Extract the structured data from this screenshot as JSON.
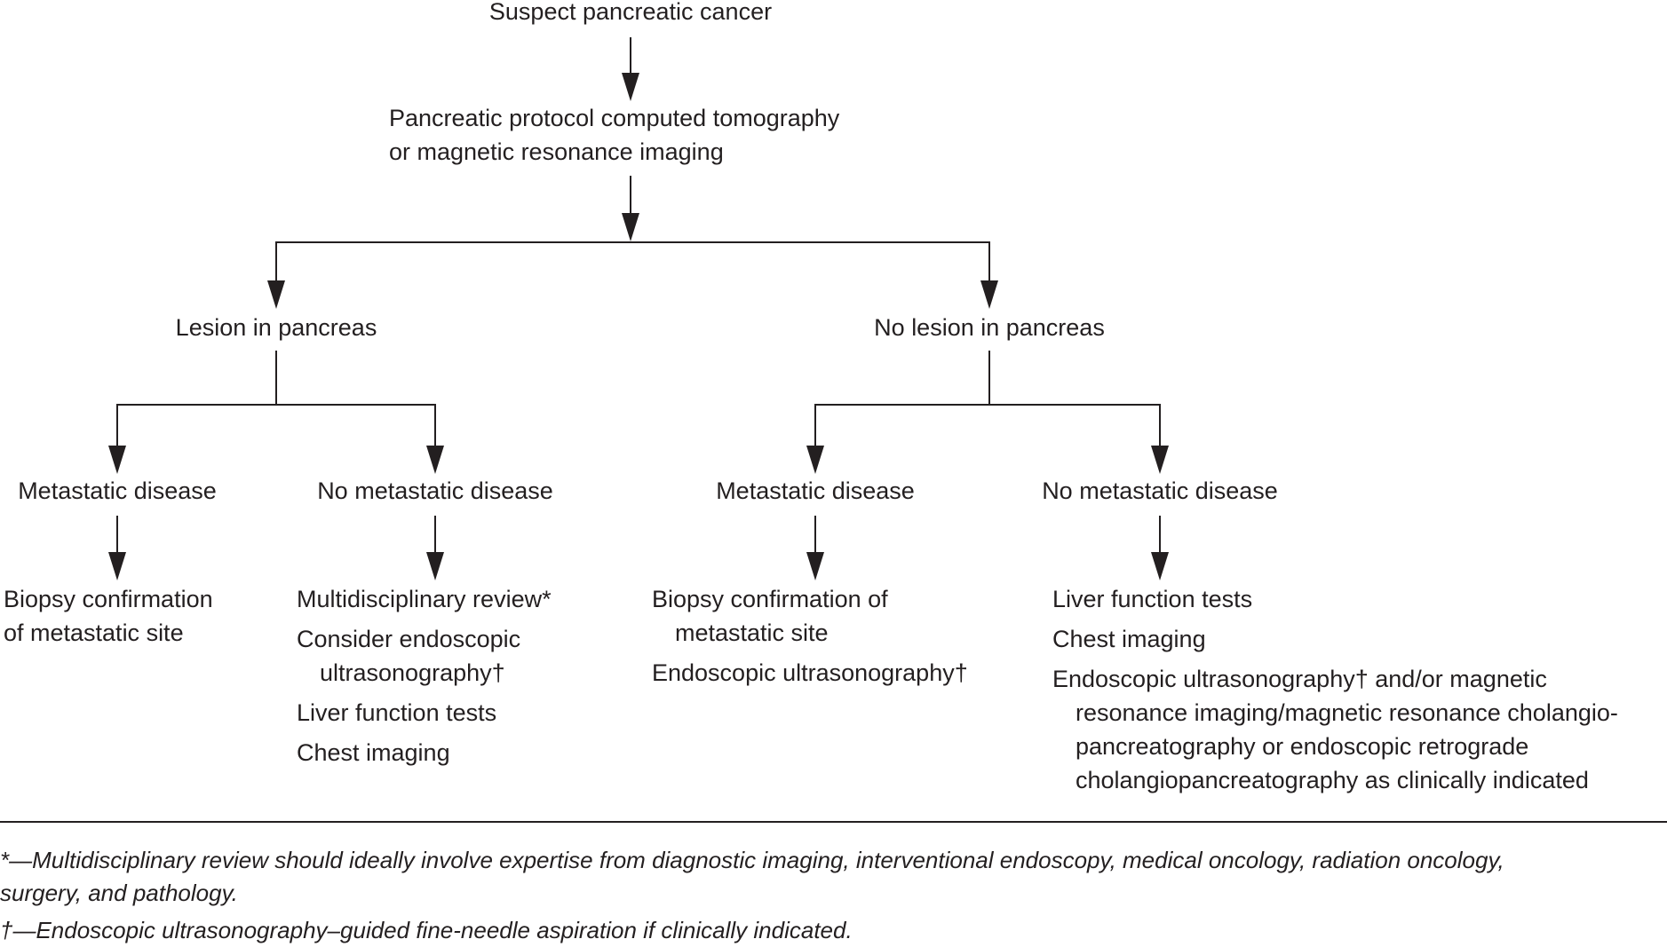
{
  "diagram": {
    "root": "Suspect pancreatic cancer",
    "step2": [
      "Pancreatic protocol computed tomography",
      "or magnetic resonance imaging"
    ],
    "branches": {
      "lesion": {
        "label": "Lesion in pancreas",
        "metastatic": {
          "label": "Metastatic disease",
          "actions": [
            [
              "Biopsy confirmation",
              "of metastatic site"
            ]
          ]
        },
        "no_metastatic": {
          "label": "No metastatic disease",
          "actions": [
            [
              "Multidisciplinary review*"
            ],
            [
              "Consider endoscopic",
              "ultrasonography†"
            ],
            [
              "Liver function tests"
            ],
            [
              "Chest imaging"
            ]
          ]
        }
      },
      "no_lesion": {
        "label": "No lesion in pancreas",
        "metastatic": {
          "label": "Metastatic disease",
          "actions": [
            [
              "Biopsy confirmation of",
              "metastatic site"
            ],
            [
              "Endoscopic ultrasonography†"
            ]
          ]
        },
        "no_metastatic": {
          "label": "No metastatic disease",
          "actions": [
            [
              "Liver function tests"
            ],
            [
              "Chest imaging"
            ],
            [
              "Endoscopic ultrasonography† and/or magnetic",
              "resonance imaging/magnetic resonance cholangio-",
              "pancreatography or endoscopic retrograde",
              "cholangiopancreatography as clinically indicated"
            ]
          ]
        }
      }
    }
  },
  "footnotes": [
    "*—Multidisciplinary review should ideally involve expertise from diagnostic imaging, interventional endoscopy, medical oncology, radiation oncology,",
    "surgery, and pathology.",
    "†—Endoscopic ultrasonography–guided fine-needle aspiration if clinically indicated."
  ],
  "colors": {
    "ink": "#231f20",
    "background": "#ffffff"
  }
}
